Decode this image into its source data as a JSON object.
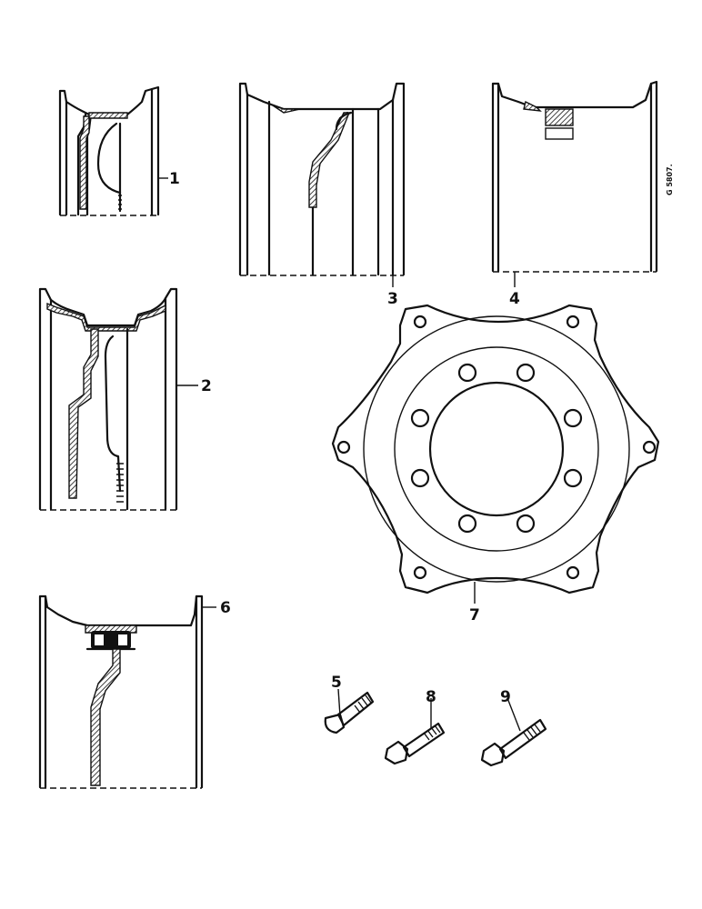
{
  "drawing_code": "G 5807.",
  "callouts": {
    "rim_1": "1",
    "rim_2": "2",
    "rim_3": "3",
    "rim_4": "4",
    "carriage_bolt_5": "5",
    "rim_6": "6",
    "center_disc_7": "7",
    "bolt_8": "8",
    "bolt_9": "9"
  }
}
